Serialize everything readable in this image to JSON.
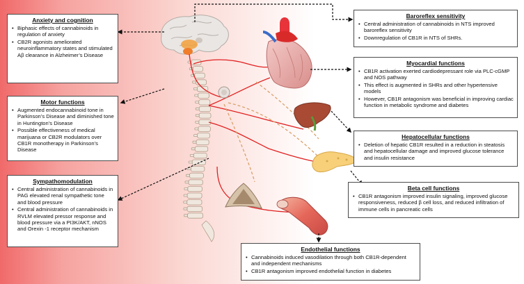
{
  "boxes": {
    "anxiety": {
      "title": "Anxiety and cognition",
      "items": [
        "Biphasic effects of cannabinoids in regulation of anxiety",
        "CB2R agonists ameliorated neuroinflammatory states and stimulated Aβ clearance in Alzheimer’s Disease"
      ]
    },
    "motor": {
      "title": "Motor functions",
      "items": [
        "Augmented endocannabinoid tone in Parkinson’s Disease and diminished tone in Huntington’s Disease",
        "Possible effectiveness of medical marijuana or CB2R modulators over CB1R monotherapy in Parkinson’s Disease"
      ]
    },
    "sympatho": {
      "title": "Sympathomodulation",
      "items": [
        "Central administration of cannabinoids in PAG elevated renal sympathetic tone and blood pressure",
        "Central administration of cannabinoids in RVLM elevated pressor response and blood pressure via a PI3K/AKT, nNOS and Orexin -1 receptor mechanism"
      ]
    },
    "baroreflex": {
      "title": "Baroreflex sensitivity",
      "items": [
        "Central administration of cannabinoids in NTS improved baroreflex sensitivity",
        "Downregulation of CB1R in NTS of SHRs."
      ]
    },
    "myocardial": {
      "title": "Myocardial functions",
      "items": [
        "CB1R activation exerted cardiodepressant role via PLC-cGMP and NOS pathway",
        "This effect is augmented in SHRs and other hypertensive models",
        "However, CB1R antagonism was beneficial in improving cardiac function in metabolic syndrome and diabetes"
      ]
    },
    "hepato": {
      "title": "Hepatocellular functions",
      "items": [
        "Deletion of hepatic CB1R resulted in a reduction in steatosis and hepatocellular damage and improved glucose tolerance and insulin resistance"
      ]
    },
    "betacell": {
      "title": "Beta cell functions",
      "items": [
        "CB1R antagonism improved insulin signaling, improved glucose responsiveness, reduced β cell loss, and reduced infiltration of immune cells in pancreatic cells"
      ]
    },
    "endothelial": {
      "title": "Endothelial functions",
      "items": [
        "Cannabinoids induced vasodilation through both CB1R-dependent and independent mechanisms",
        "CB1R antagonism improved endothelial function in diabetes"
      ]
    }
  },
  "colors": {
    "nerve_red": "#e02020",
    "nerve_tan": "#d9a06a",
    "arrow": "#111111",
    "box_border": "#4a4a4a"
  },
  "icons": [
    "brain",
    "spinal-column",
    "heart",
    "liver",
    "pancreas",
    "adrenal-gland",
    "blood-vessel",
    "ganglion"
  ]
}
